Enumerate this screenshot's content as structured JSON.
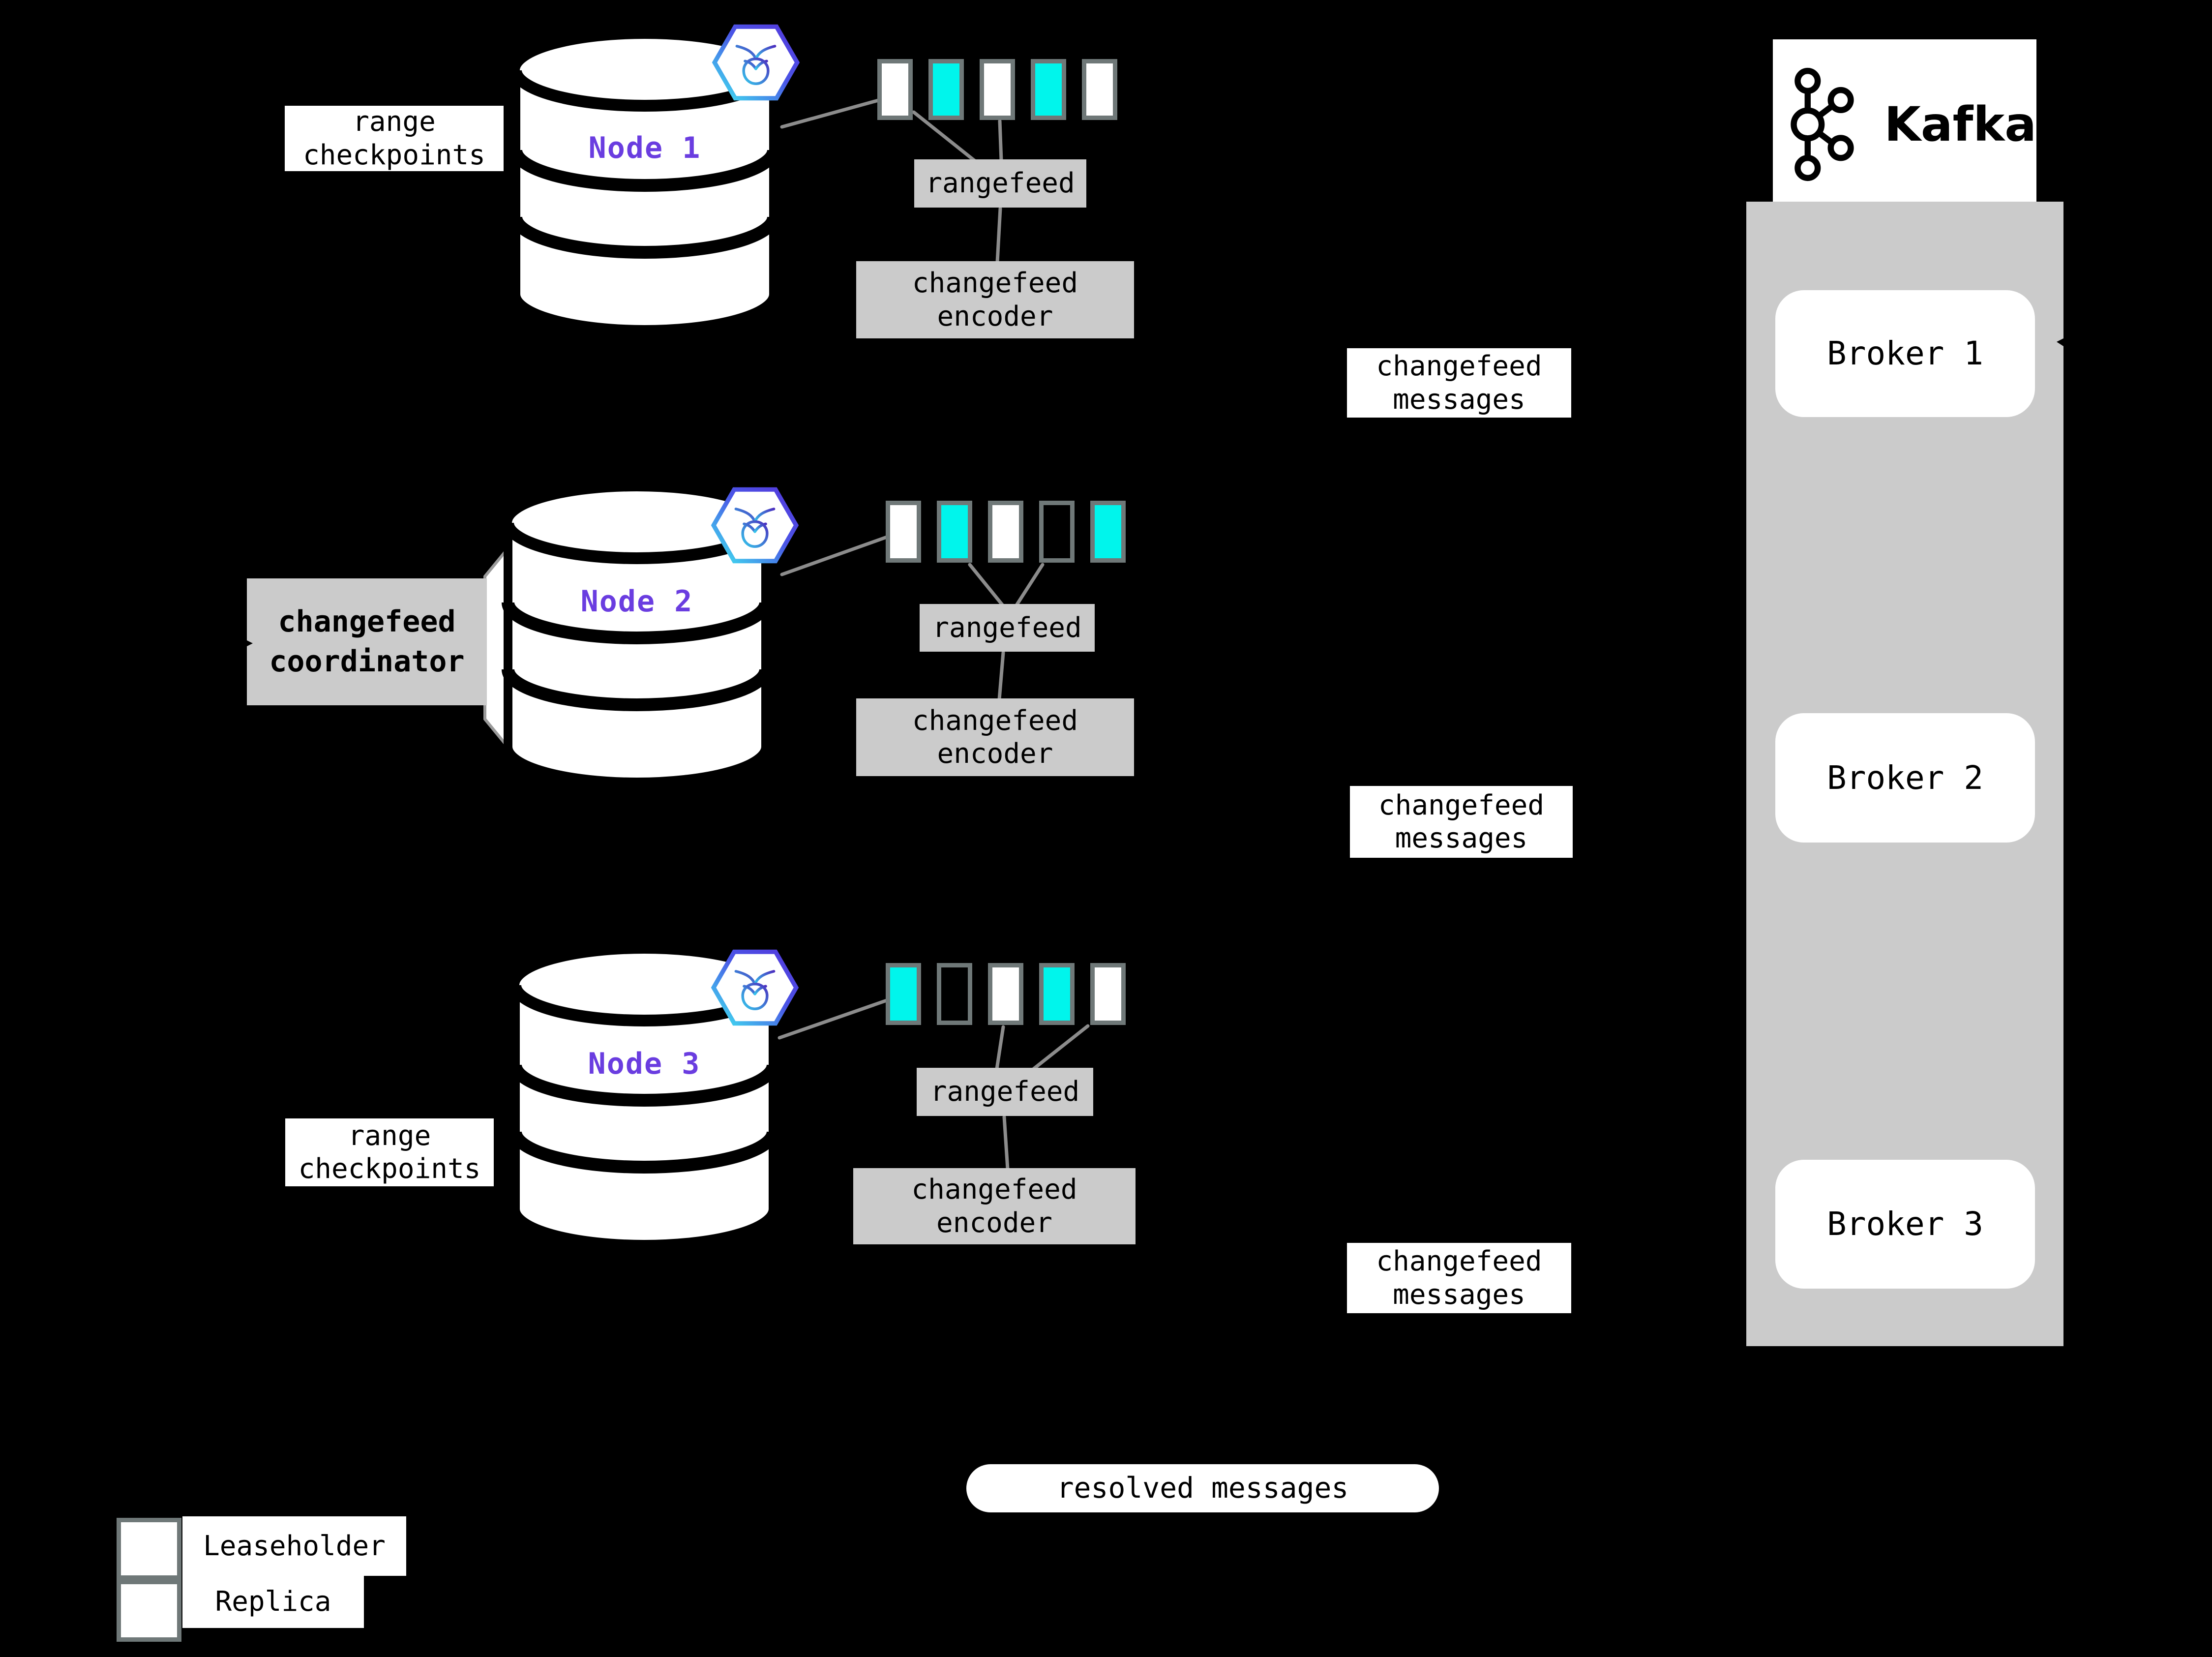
{
  "palette": {
    "background": "#000000",
    "leaseholder_fill": "#00f5ec",
    "replica_fill": "#ffffff",
    "square_border": "#6f7878",
    "label_box_gray": "#cbcbcb",
    "kafka_panel_gray": "#cbcbcb",
    "connector_gray": "#8c8c8c",
    "node_label_purple": "#6a3de0",
    "text_black": "#000000",
    "badge_gradient_start": "#3fe7f0",
    "badge_gradient_end": "#5438dc"
  },
  "icons": {
    "node_badge": "cockroachdb-icon",
    "kafka_logo": "kafka-logo-icon",
    "arrowhead": "arrowhead-icon"
  },
  "nodes": [
    {
      "name": "Node 1",
      "side_label": "range checkpoints",
      "rangefeed_label": "rangefeed",
      "encoder_label": "changefeed encoder",
      "messages_label": "changefeed messages",
      "ranges": [
        "replica",
        "leaseholder",
        "replica",
        "leaseholder",
        "replica"
      ]
    },
    {
      "name": "Node 2",
      "side_label": "changefeed coordinator",
      "rangefeed_label": "rangefeed",
      "encoder_label": "changefeed encoder",
      "messages_label": "changefeed messages",
      "ranges": [
        "replica",
        "leaseholder",
        "replica",
        "empty",
        "leaseholder"
      ]
    },
    {
      "name": "Node 3",
      "side_label": "range checkpoints",
      "rangefeed_label": "rangefeed",
      "encoder_label": "changefeed encoder",
      "messages_label": "changefeed messages",
      "ranges": [
        "leaseholder",
        "empty",
        "replica",
        "leaseholder",
        "replica"
      ]
    }
  ],
  "kafka": {
    "logo_text": "Kafka",
    "brokers": [
      {
        "label": "Broker 1"
      },
      {
        "label": "Broker 2"
      },
      {
        "label": "Broker 3"
      }
    ]
  },
  "footer": {
    "resolved_label": "resolved messages"
  },
  "legend": {
    "items": [
      {
        "label": "Leaseholder",
        "kind": "leaseholder"
      },
      {
        "label": "Replica",
        "kind": "replica"
      }
    ]
  }
}
